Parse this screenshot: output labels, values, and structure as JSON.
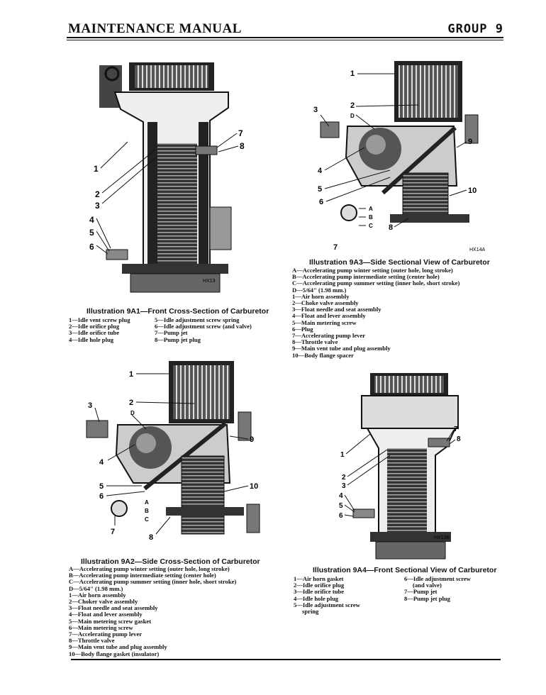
{
  "header": {
    "title": "MAINTENANCE MANUAL",
    "group": "GROUP 9"
  },
  "fig9a1": {
    "caption": "Illustration 9A1—Front Cross-Section of Carburetor",
    "code": "HX13",
    "callouts": [
      "1",
      "2",
      "3",
      "4",
      "5",
      "6",
      "7",
      "8"
    ],
    "legend_left": [
      "1—Idle vent screw plug",
      "2—Idle orifice plug",
      "3—Idle orifice tube",
      "4—Idle hole plug"
    ],
    "legend_right": [
      "5—Idle adjustment screw spring",
      "6—Idle adjustment screw (and valve)",
      "7—Pump jet",
      "8—Pump jet plug"
    ]
  },
  "fig9a3": {
    "caption": "Illustration 9A3—Side Sectional View of Carburetor",
    "code": "HX14A",
    "callouts": [
      "1",
      "2",
      "3",
      "D",
      "4",
      "5",
      "6",
      "7",
      "8",
      "9",
      "10",
      "A",
      "B",
      "C"
    ],
    "legend": [
      "A—Accelerating pump winter setting (outer hole, long stroke)",
      "B—Accelerating pump intermediate setting (center hole)",
      "C—Accelerating pump summer setting (inner hole, short stroke)",
      "D—5/64\" (1.98 mm.)",
      "1—Air horn assembly",
      "2—Choke valve assembly",
      "3—Float needle and seat assembly",
      "4—Float and lever assembly",
      "5—Main metering screw",
      "6—Plug",
      "7—Accelerating pump lever",
      "8—Throttle valve",
      "9—Main vent tube and plug assembly",
      "10—Body flange spacer"
    ]
  },
  "fig9a2": {
    "caption": "Illustration 9A2—Side Cross-Section of Carburetor",
    "callouts": [
      "1",
      "2",
      "3",
      "D",
      "4",
      "5",
      "6",
      "7",
      "8",
      "9",
      "10",
      "A",
      "B",
      "C"
    ],
    "legend": [
      "A—Accelerating pump winter setting (outer hole, long stroke)",
      "B—Accelerating pump intermediate setting (center hole)",
      "C—Accelerating pump summer setting (inner hole, short stroke)",
      "D—5/64\" (1.98 mm.)",
      "1—Air horn assembly",
      "2—Choker valve assembly",
      "3—Float needle and seat assembly",
      "4—Float and lever assembly",
      "5—Main metering screw gasket",
      "6—Main metering screw",
      "7—Accelerating pump lever",
      "8—Throttle valve",
      "9—Main vent tube and plug assembly",
      "10—Body flange gasket (insulator)"
    ]
  },
  "fig9a4": {
    "caption": "Illustration 9A4—Front Sectional View of Carburetor",
    "code": "HX13B",
    "callouts": [
      "1",
      "2",
      "3",
      "4",
      "5",
      "6",
      "7",
      "8"
    ],
    "legend_left": [
      "1—Air horn gasket",
      "2—Idle orifice plug",
      "3—Idle orifice tube",
      "4—Idle hole plug",
      "5—Idle adjustment screw",
      "spring"
    ],
    "legend_right": [
      "6—Idle adjustment screw",
      "(and valve)",
      "7—Pump jet",
      "8—Pump jet plug"
    ]
  }
}
